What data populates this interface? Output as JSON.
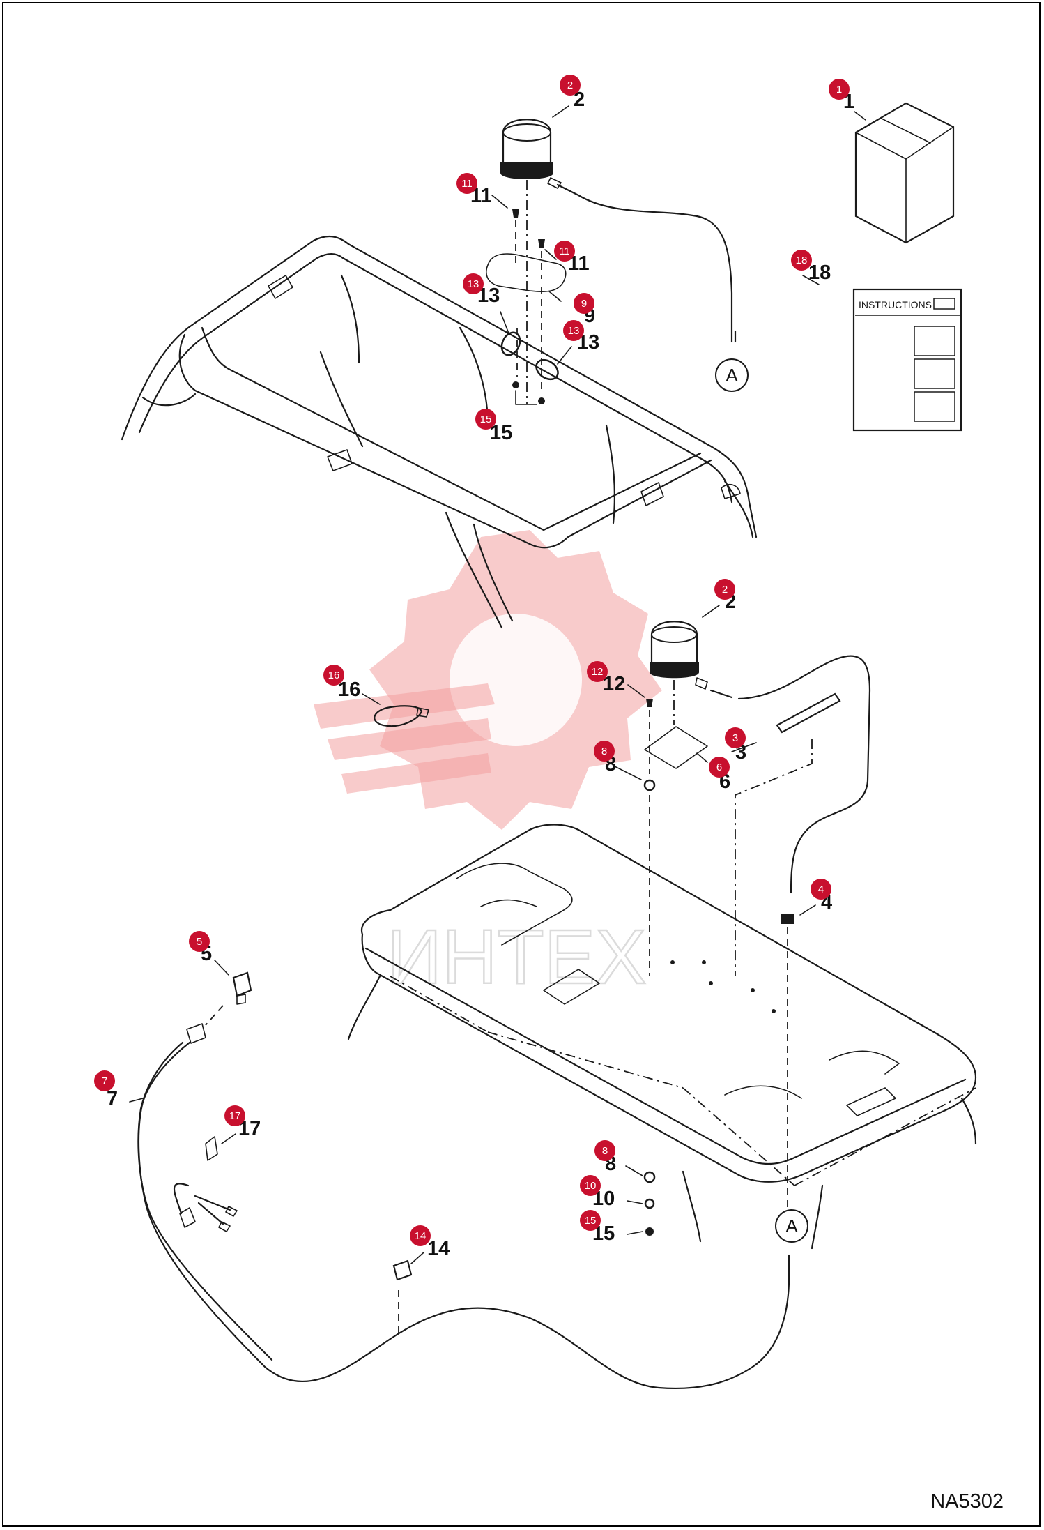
{
  "document_code": "NA5302",
  "instructions_sheet_title": "INSTRUCTIONS",
  "watermark_text": "ИНТЕХ",
  "connector_label": "A",
  "callouts": [
    {
      "id": "c1",
      "number": "1",
      "label": "1"
    },
    {
      "id": "c2a",
      "number": "2",
      "label": "2"
    },
    {
      "id": "c11a",
      "number": "11",
      "label": "11"
    },
    {
      "id": "c11b",
      "number": "11",
      "label": "11"
    },
    {
      "id": "c9",
      "number": "9",
      "label": "9"
    },
    {
      "id": "c13a",
      "number": "13",
      "label": "13"
    },
    {
      "id": "c13b",
      "number": "13",
      "label": "13"
    },
    {
      "id": "c15a",
      "number": "15",
      "label": "15"
    },
    {
      "id": "c18",
      "number": "18",
      "label": "18"
    },
    {
      "id": "c2b",
      "number": "2",
      "label": "2"
    },
    {
      "id": "c16",
      "number": "16",
      "label": "16"
    },
    {
      "id": "c12",
      "number": "12",
      "label": "12"
    },
    {
      "id": "c3",
      "number": "3",
      "label": "3"
    },
    {
      "id": "c8a",
      "number": "8",
      "label": "8"
    },
    {
      "id": "c6",
      "number": "6",
      "label": "6"
    },
    {
      "id": "c4",
      "number": "4",
      "label": "4"
    },
    {
      "id": "c5",
      "number": "5",
      "label": "5"
    },
    {
      "id": "c7",
      "number": "7",
      "label": "7"
    },
    {
      "id": "c17",
      "number": "17",
      "label": "17"
    },
    {
      "id": "c8b",
      "number": "8",
      "label": "8"
    },
    {
      "id": "c10",
      "number": "10",
      "label": "10"
    },
    {
      "id": "c15b",
      "number": "15",
      "label": "15"
    },
    {
      "id": "c14",
      "number": "14",
      "label": "14"
    }
  ],
  "colors": {
    "callout_bubble": "#c8102e",
    "line_art": "#1a1a1a",
    "watermark": "#f2a0a0"
  }
}
